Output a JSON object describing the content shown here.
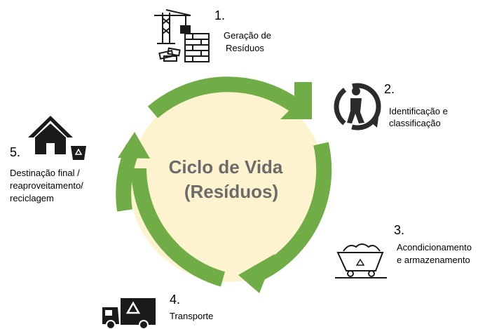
{
  "center": {
    "line1": "Ciclo de Vida",
    "line2": "(Resíduos)"
  },
  "colors": {
    "circle_fill": "#fdf3cf",
    "arrow_green": "#70ad47",
    "icon_black": "#1a1a1a"
  },
  "steps": [
    {
      "number": "1.",
      "label_line1": "Geração de",
      "label_line2": "Resíduos",
      "icon": "construction-crane-bricks-icon"
    },
    {
      "number": "2.",
      "label_line1": "Identificação e",
      "label_line2": "classificação",
      "icon": "recycling-person-icon"
    },
    {
      "number": "3.",
      "label_line1": "Acondicionamento",
      "label_line2": "e armazenamento",
      "icon": "recycling-cart-icon"
    },
    {
      "number": "4.",
      "label_line1": "Transporte",
      "label_line2": "",
      "icon": "recycling-truck-icon"
    },
    {
      "number": "5.",
      "label_line1": "Destinação final /",
      "label_line2": "reaproveitamento/",
      "label_line3": "reciclagem",
      "icon": "house-recycle-bin-icon"
    }
  ]
}
